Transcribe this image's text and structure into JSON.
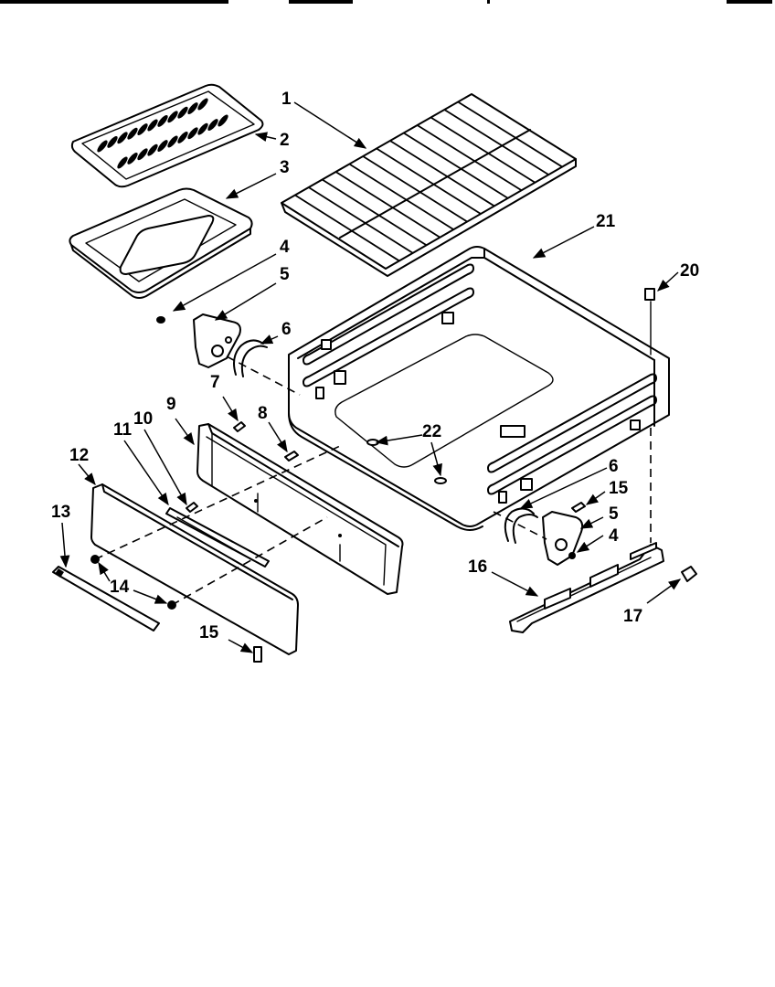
{
  "header": {
    "text_left": "",
    "text_right": ""
  },
  "callouts": [
    {
      "id": "c1",
      "label": "1"
    },
    {
      "id": "c2",
      "label": "2"
    },
    {
      "id": "c3",
      "label": "3"
    },
    {
      "id": "c4a",
      "label": "4"
    },
    {
      "id": "c5a",
      "label": "5"
    },
    {
      "id": "c6a",
      "label": "6"
    },
    {
      "id": "c7",
      "label": "7"
    },
    {
      "id": "c8",
      "label": "8"
    },
    {
      "id": "c9",
      "label": "9"
    },
    {
      "id": "c10",
      "label": "10"
    },
    {
      "id": "c11",
      "label": "11"
    },
    {
      "id": "c12",
      "label": "12"
    },
    {
      "id": "c13",
      "label": "13"
    },
    {
      "id": "c14",
      "label": "14"
    },
    {
      "id": "c15a",
      "label": "15"
    },
    {
      "id": "c16",
      "label": "16"
    },
    {
      "id": "c17",
      "label": "17"
    },
    {
      "id": "c20",
      "label": "20"
    },
    {
      "id": "c21",
      "label": "21"
    },
    {
      "id": "c22",
      "label": "22"
    },
    {
      "id": "c6b",
      "label": "6"
    },
    {
      "id": "c15b",
      "label": "15"
    },
    {
      "id": "c5b",
      "label": "5"
    },
    {
      "id": "c4b",
      "label": "4"
    }
  ]
}
